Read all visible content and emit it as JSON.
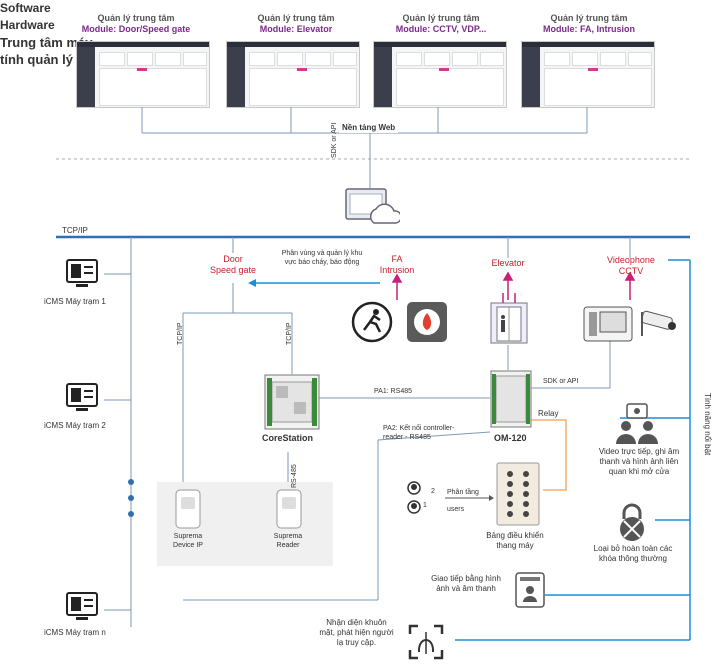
{
  "modules": [
    {
      "title": "Quản lý trung tâm",
      "module": "Module: Door/Speed gate"
    },
    {
      "title": "Quản lý trung tâm",
      "module": "Module: Elevator"
    },
    {
      "title": "Quản lý trung tâm",
      "module": "Module: CCTV, VDP..."
    },
    {
      "title": "Quản lý trung tâm",
      "module": "Module: FA, Intrusion"
    }
  ],
  "web_platform": "Nền tảng Web",
  "software": "Software",
  "hardware": "Hardware",
  "sdk_api_vertical": "SDK or API",
  "server_title": "Trung tâm máy\ntính quản lý",
  "tcpip": "TCP/IP",
  "workstations": [
    "iCMS Máy trạm 1",
    "iCMS Máy trạm 2",
    "iCMS Máy trạm n"
  ],
  "door_speed_gate": "Door\nSpeed gate",
  "partition_note": "Phân vùng và quản lý khu\nvực báo cháy, báo động",
  "fa_intrusion": "FA\nIntrusion",
  "elevator": "Elevator",
  "videophone_cctv": "Videophone\nCCTV",
  "tcpip_left": "TCP/IP",
  "tcpip_right": "TCP/IP",
  "pa1": "PA1: RS485",
  "sdk_or_api": "SDK or API",
  "relay": "Relay",
  "corestation": "CoreStation",
  "om120": "OM-120",
  "pa2": "PA2: Kết nối controller-\nreader - RS485",
  "rs485": "RS-485",
  "device_ip": "Suprema\nDevice IP",
  "reader": "Suprema\nReader",
  "users_num1": "1",
  "users_num2": "2",
  "phan_tang": "Phân tầng",
  "users": "users",
  "control_panel": "Bảng điều khiển\nthang máy",
  "video_record": "Video trực tiếp, ghi âm\nthanh và hình  ảnh liên\nquan khi mở cửa",
  "lock_remove": "Loại bỏ hoàn toàn các\nkhóa thông thường",
  "image_sound": "Giao tiếp bằng hình\nảnh và âm thanh",
  "face_recog": "Nhận diện khuôn\nmặt, phát hiện người\nlạ truy cập.",
  "features_vertical": "Tính năng nổi bật",
  "colors": {
    "accent_blue": "#1a8fd6",
    "pink": "#c8207a",
    "bus": "#2f6fb5",
    "orange": "#f0a050",
    "line": "#7a9ab5"
  }
}
